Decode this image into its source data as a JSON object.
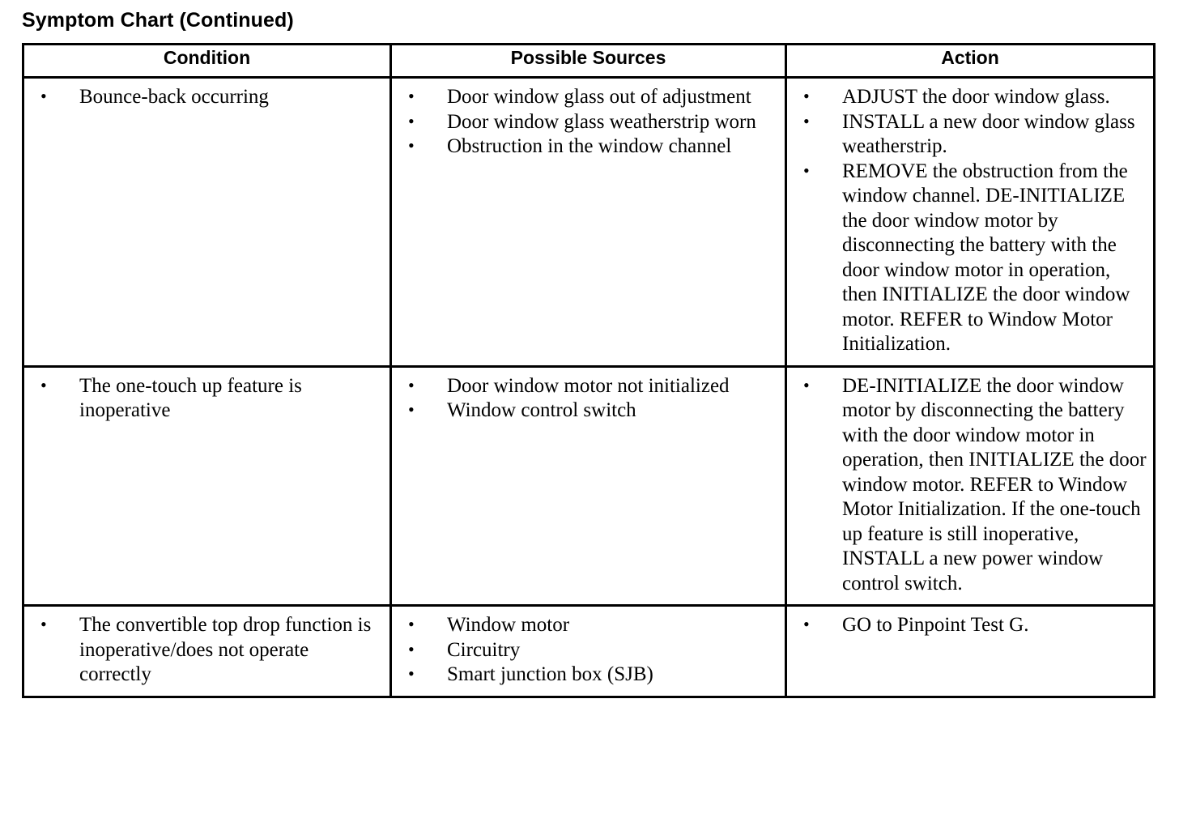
{
  "document": {
    "title": "Symptom Chart (Continued)"
  },
  "table": {
    "headers": {
      "condition": "Condition",
      "possible_sources": "Possible Sources",
      "action": "Action"
    },
    "rows": [
      {
        "condition": [
          "Bounce-back occurring"
        ],
        "possible_sources": [
          "Door window glass out of adjustment",
          "Door window glass weatherstrip worn",
          "Obstruction in the window channel"
        ],
        "action": [
          "ADJUST the door window glass.",
          "INSTALL a new door window glass weatherstrip.",
          "REMOVE the obstruction from the window channel. DE-INITIALIZE the door window motor by disconnecting the battery with the door window motor in operation, then INITIALIZE the door window motor. REFER to  Window Motor Initialization."
        ]
      },
      {
        "condition": [
          "The one-touch up feature is inoperative"
        ],
        "possible_sources": [
          "Door window motor not initialized",
          "Window control switch"
        ],
        "action": [
          "DE-INITIALIZE the door window motor by disconnecting the battery with the door window motor in operation, then INITIALIZE the door window motor. REFER to Window Motor Initialization. If the one-touch up feature is still inoperative, INSTALL a new power window control switch."
        ]
      },
      {
        "condition": [
          "The convertible top drop function is inoperative/does not operate correctly"
        ],
        "possible_sources": [
          "Window motor",
          "Circuitry",
          "Smart junction box (SJB)"
        ],
        "action": [
          "GO to Pinpoint Test G."
        ]
      }
    ]
  }
}
